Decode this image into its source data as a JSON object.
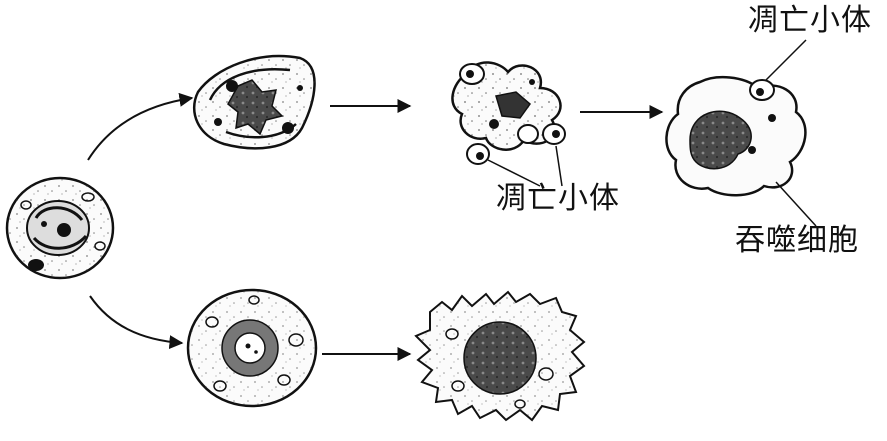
{
  "labels": {
    "apoptotic_body_top": "凋亡小体",
    "apoptotic_body_middle": "凋亡小体",
    "phagocyte": "吞噬细胞"
  }
}
